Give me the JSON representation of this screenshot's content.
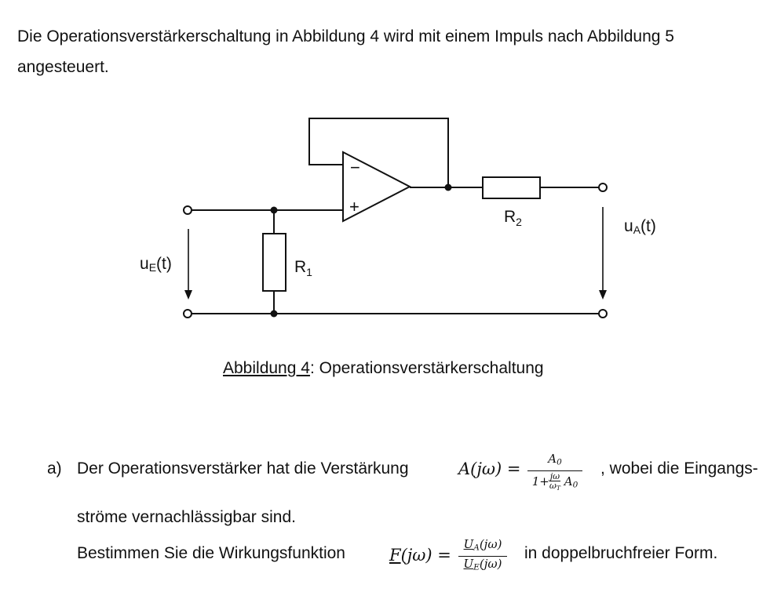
{
  "intro": {
    "text": "Die Operationsverstärkerschaltung in Abbildung 4 wird mit einem Impuls nach Abbildung 5 angesteuert."
  },
  "circuit": {
    "label_minus": "−",
    "label_plus": "+",
    "label_r1": "R",
    "label_r1_sub": "1",
    "label_r2": "R",
    "label_r2_sub": "2",
    "label_ue": "u",
    "label_ue_sub": "E",
    "label_ue_arg": "(t)",
    "label_ua": "u",
    "label_ua_sub": "A",
    "label_ua_arg": "(t)"
  },
  "caption": {
    "ref": "Abbildung 4",
    "text": ":  Operationsverstärkerschaltung"
  },
  "task_a": {
    "marker": "a)",
    "line1_text": "Der Operationsverstärker hat die Verstärkung",
    "formula_lhs": "A(jω) =",
    "formula_num": "A₀",
    "formula_den": "1+ jω/ωT A₀",
    "line1_suffix": ", wobei die Eingangs-",
    "line2_text": "ströme vernachlässigbar sind.",
    "line3_text": "Bestimmen Sie die Wirkungsfunktion",
    "f_lhs": "F(jω) =",
    "f_num": "UA(jω)",
    "f_den": "UE(jω)",
    "line3_suffix": "in doppelbruchfreier Form."
  }
}
